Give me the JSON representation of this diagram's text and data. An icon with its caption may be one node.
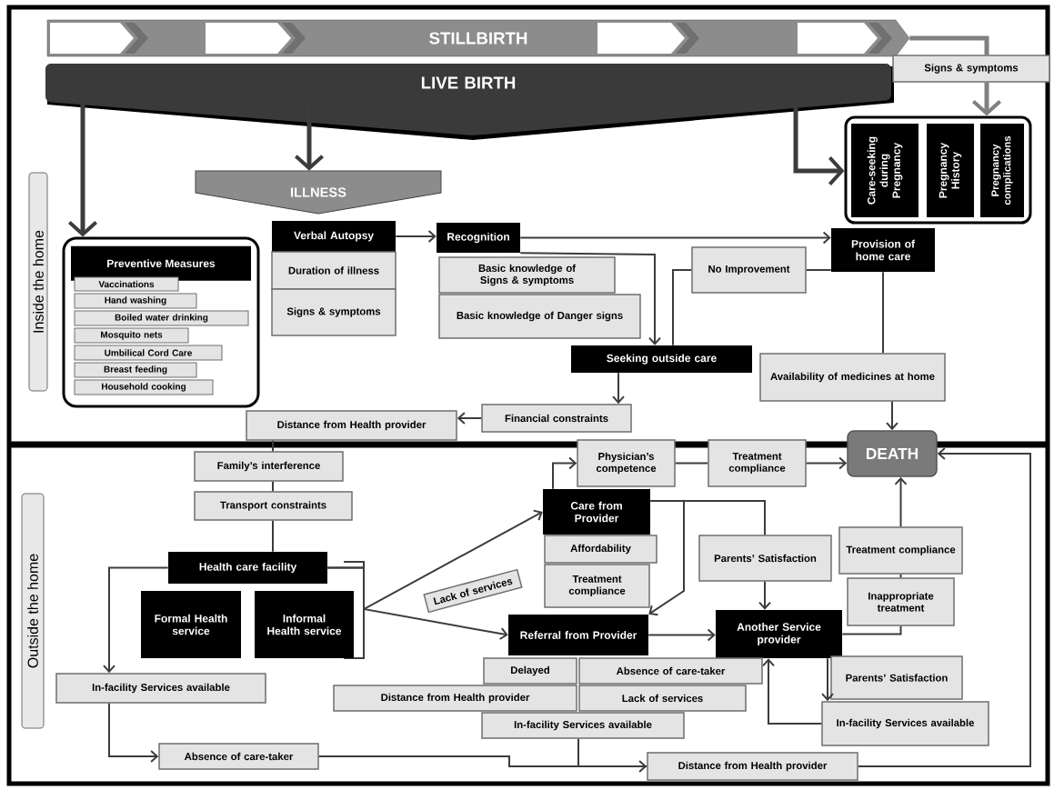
{
  "diagram": {
    "nodes": [
      {
        "text": [
          "STILLBIRTH"
        ]
      },
      {
        "text": [
          "LIVE BIRTH"
        ]
      },
      {
        "text": [
          "Signs & symptoms"
        ]
      },
      {
        "text": [
          "ILLNESS"
        ]
      },
      {
        "text": [],
        "shape": "box"
      },
      {
        "text": [
          "Care-seeking during Pregnancy"
        ],
        "in": 4
      },
      {
        "text": [
          "Pregnancy History"
        ],
        "in": 4
      },
      {
        "text": [
          "Pregnancy complications"
        ],
        "in": 4
      },
      {
        "text": [
          "Preventive Measures"
        ]
      },
      {
        "text": [
          "Vaccinations"
        ],
        "in": 8
      },
      {
        "text": [
          "Hand washing"
        ],
        "in": 8
      },
      {
        "text": [
          "Boiled water drinking"
        ],
        "in": 8
      },
      {
        "text": [
          "Mosquito nets"
        ],
        "in": 8
      },
      {
        "text": [
          "Umbilical Cord Care"
        ],
        "in": 8
      },
      {
        "text": [
          "Breast feeding"
        ],
        "in": 8
      },
      {
        "text": [
          "Household cooking"
        ],
        "in": 8
      },
      {
        "text": [
          "Verbal Autopsy"
        ]
      },
      {
        "text": [
          "Duration of illness"
        ]
      },
      {
        "text": [
          "Signs & symptoms"
        ]
      },
      {
        "text": [
          "Recognition"
        ]
      },
      {
        "text": [
          "Basic knowledge of Signs & symptoms"
        ]
      },
      {
        "text": [
          "Basic knowledge of Danger signs"
        ]
      },
      {
        "text": [
          "Provision of home care"
        ]
      },
      {
        "text": [
          "No Improvement"
        ]
      },
      {
        "text": [
          "Seeking outside care"
        ]
      },
      {
        "text": [
          "Availability of medicines at home"
        ]
      },
      {
        "text": [
          "Financial constraints"
        ]
      },
      {
        "text": [
          "Distance from Health provider"
        ]
      },
      {
        "text": [
          "DEATH"
        ]
      },
      {
        "text": [
          "Physician’s competence"
        ]
      },
      {
        "text": [
          "Treatment compliance"
        ]
      },
      {
        "text": [
          "Family’s interference"
        ]
      },
      {
        "text": [
          "Transport constraints"
        ]
      },
      {
        "text": [
          "Care from Provider"
        ]
      },
      {
        "text": [
          "Affordability"
        ]
      },
      {
        "text": [
          "Treatment compliance"
        ]
      },
      {
        "text": [
          "Parents’ Satisfaction"
        ]
      },
      {
        "text": [
          "Treatment compliance"
        ]
      },
      {
        "text": [
          "Inappropriate treatment"
        ]
      },
      {
        "text": [
          "Health care facility"
        ]
      },
      {
        "text": [
          "Formal Health service"
        ]
      },
      {
        "text": [
          "Informal Health service"
        ]
      },
      {
        "text": [
          "Lack of services"
        ]
      },
      {
        "text": [
          "Referral from Provider"
        ]
      },
      {
        "text": [
          "Another Service provider"
        ]
      },
      {
        "text": [
          "Delayed"
        ]
      },
      {
        "text": [
          "Absence of care-taker"
        ]
      },
      {
        "text": [
          "Distance from Health provider"
        ]
      },
      {
        "text": [
          "Lack of services"
        ]
      },
      {
        "text": [
          "Parents’ Satisfaction"
        ]
      },
      {
        "text": [
          "In-facility Services available"
        ]
      },
      {
        "text": [
          "In-facility Services available"
        ]
      },
      {
        "text": [
          "In-facility Services available"
        ]
      },
      {
        "text": [
          "Absence of care-taker"
        ]
      },
      {
        "text": [
          "Distance from Health provider"
        ]
      }
    ],
    "edges": [
      {
        "from": 1,
        "to": 8,
        "arrow": "to",
        "style": "thick"
      },
      {
        "from": 1,
        "to": 3,
        "arrow": "to",
        "style": "thick"
      },
      {
        "from": 1,
        "to": 4,
        "arrow": "to",
        "style": "thick"
      },
      {
        "from": 0,
        "to": 2,
        "arrow": "none",
        "style": "thick",
        "color": "#808080"
      },
      {
        "from": 2,
        "to": 4,
        "arrow": "to",
        "style": "thick",
        "color": "#808080"
      },
      {
        "from": 16,
        "to": 19,
        "arrow": "to"
      },
      {
        "from": 19,
        "to": 22,
        "arrow": "to"
      },
      {
        "from": 19,
        "to": 24,
        "arrow": "to"
      },
      {
        "from": 22,
        "to": 23,
        "arrow": "none"
      },
      {
        "from": 23,
        "to": 24,
        "arrow": "none"
      },
      {
        "from": 22,
        "to": 25,
        "arrow": "none"
      },
      {
        "from": 25,
        "to": 28,
        "arrow": "to"
      },
      {
        "from": 24,
        "to": 26,
        "arrow": "to"
      },
      {
        "from": 26,
        "to": 27,
        "arrow": "to"
      },
      {
        "from": 27,
        "to": 31,
        "arrow": "none"
      },
      {
        "from": 31,
        "to": 32,
        "arrow": "none"
      },
      {
        "from": 32,
        "to": 39,
        "arrow": "none"
      },
      {
        "from": 39,
        "to": 50,
        "arrow": "to"
      },
      {
        "from": 50,
        "to": 53,
        "arrow": "to"
      },
      {
        "from": 53,
        "to": 54,
        "arrow": "none"
      },
      {
        "from": 54,
        "to": 28,
        "arrow": "to"
      },
      {
        "from": 51,
        "to": 54,
        "arrow": "to"
      },
      {
        "from": 39,
        "to": 33,
        "arrow": "to"
      },
      {
        "from": 39,
        "to": 43,
        "arrow": "to"
      },
      {
        "from": 33,
        "to": 29,
        "arrow": "to"
      },
      {
        "from": 29,
        "to": 30,
        "arrow": "none"
      },
      {
        "from": 30,
        "to": 28,
        "arrow": "to"
      },
      {
        "from": 33,
        "to": 43,
        "arrow": "to"
      },
      {
        "from": 33,
        "to": 36,
        "arrow": "none"
      },
      {
        "from": 36,
        "to": 44,
        "arrow": "to"
      },
      {
        "from": 43,
        "to": 44,
        "arrow": "to"
      },
      {
        "from": 44,
        "to": 38,
        "arrow": "none"
      },
      {
        "from": 38,
        "to": 37,
        "arrow": "none"
      },
      {
        "from": 37,
        "to": 28,
        "arrow": "to"
      },
      {
        "from": 44,
        "to": 52,
        "arrow": "to"
      },
      {
        "from": 52,
        "to": 44,
        "arrow": "to"
      }
    ],
    "labels": [
      "Inside the home",
      "Outside the home"
    ]
  }
}
